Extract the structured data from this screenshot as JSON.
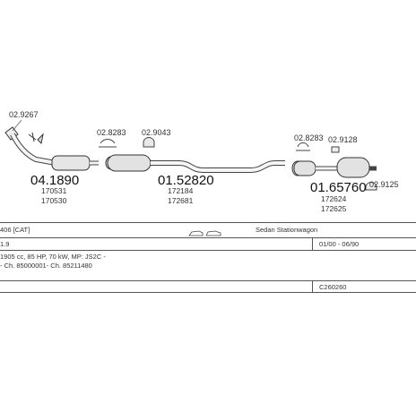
{
  "parts": {
    "clamp_1": "02.9267",
    "cat_pn": "04.1890",
    "cat_ref1": "170531",
    "cat_ref2": "170530",
    "clamp_2": "02.8283",
    "clamp_3": "02.9043",
    "mid_pn": "01.52820",
    "mid_ref1": "172184",
    "mid_ref2": "172681",
    "clamp_4": "02.8283",
    "clamp_5": "02.9128",
    "rear_pn": "01.65760",
    "rear_ref1": "172624",
    "rear_ref2": "172625",
    "clamp_6": "02.9125"
  },
  "info": {
    "model": "406 [CAT]",
    "body_type": "Sedan Stationwagon",
    "engine": "1.9",
    "date_range": "01/00 - 06/90",
    "engine_detail": "1905 cc, 85 HP, 70 kW, MP: JS2C -",
    "chassis": "- Ch. 85000001- Ch. 85211480",
    "code": "C260260"
  }
}
